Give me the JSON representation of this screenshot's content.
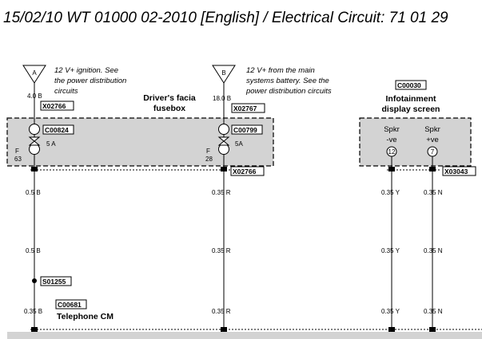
{
  "header": {
    "title": "15/02/10  WT 01000 02-2010 [English] / Electrical Circuit: 71 01 29"
  },
  "supplies": [
    {
      "letter": "A",
      "description": [
        "12 V+ ignition. See",
        "the power distribution",
        "circuits"
      ],
      "wire_size": "4.0 B"
    },
    {
      "letter": "B",
      "description": [
        "12 V+ from the main",
        "systems battery. See the",
        "power distribution circuits"
      ],
      "wire_size": "18.0 B"
    }
  ],
  "fusebox": {
    "title": [
      "Driver's facia",
      "fusebox"
    ],
    "top_connectors": [
      "X02766",
      "X02767"
    ],
    "bottom_connector": "X02766",
    "fuses": [
      {
        "connector": "C00824",
        "rating": "5 A",
        "designation": [
          "F",
          "63"
        ]
      },
      {
        "connector": "C00799",
        "rating": "5A",
        "designation": [
          "F",
          "28"
        ]
      }
    ]
  },
  "infotainment": {
    "code": "C00030",
    "title": [
      "Infotainment",
      "display screen"
    ],
    "pins": [
      {
        "label": [
          "Spkr",
          "-ve"
        ],
        "number": "12"
      },
      {
        "label": [
          "Spkr",
          "+ve"
        ],
        "number": "7"
      }
    ],
    "bottom_connector": "X03043"
  },
  "wire_labels": {
    "left": [
      "0.5 B",
      "0.5 B",
      "0.35 B"
    ],
    "mid": [
      "0.35 R",
      "0.35 R",
      "0.35 R"
    ],
    "right1": [
      "0.35 Y",
      "0.35 Y",
      "0.35 Y"
    ],
    "right2": [
      "0.35 N",
      "0.35 N",
      "0.35 N"
    ]
  },
  "splice": "S01255",
  "telephone": {
    "code": "C00681",
    "title": "Telephone CM"
  }
}
